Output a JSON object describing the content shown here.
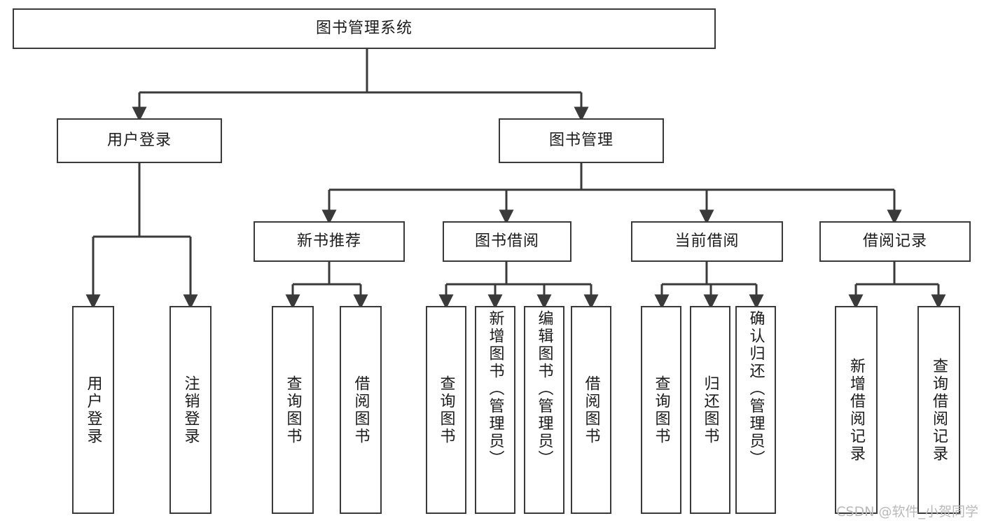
{
  "diagram": {
    "title": "图书管理系统",
    "type": "hierarchy-tree",
    "watermark": "CSDN @软件_小贺同学",
    "colors": {
      "box_border": "#3a3a3a",
      "box_fill": "#ffffff",
      "connector": "#3a3a3a",
      "text": "#1b1b1b",
      "watermark": "#b9b9b9"
    },
    "levels": {
      "root": {
        "label": "图书管理系统"
      },
      "level2": [
        {
          "id": "user-login",
          "label": "用户登录"
        },
        {
          "id": "book-management",
          "label": "图书管理"
        }
      ],
      "level3": [
        {
          "id": "new-book-recommend",
          "label": "新书推荐"
        },
        {
          "id": "book-borrow",
          "label": "图书借阅"
        },
        {
          "id": "current-borrow",
          "label": "当前借阅"
        },
        {
          "id": "borrow-record",
          "label": "借阅记录"
        }
      ],
      "leaves": {
        "user_login": [
          {
            "id": "leaf-user-login",
            "label": "用户登录"
          },
          {
            "id": "leaf-logout",
            "label": "注销登录"
          }
        ],
        "new_book_recommend": [
          {
            "id": "leaf-query-book-1",
            "label": "查询图书"
          },
          {
            "id": "leaf-borrow-book-1",
            "label": "借阅图书"
          }
        ],
        "book_borrow": [
          {
            "id": "leaf-query-book-2",
            "label": "查询图书"
          },
          {
            "id": "leaf-add-book",
            "label": "新增图书（管理员）"
          },
          {
            "id": "leaf-edit-book",
            "label": "编辑图书（管理员）"
          },
          {
            "id": "leaf-borrow-book-2",
            "label": "借阅图书"
          }
        ],
        "current_borrow": [
          {
            "id": "leaf-query-book-3",
            "label": "查询图书"
          },
          {
            "id": "leaf-return-book",
            "label": "归还图书"
          },
          {
            "id": "leaf-confirm-return",
            "label": "确认归还（管理员）"
          }
        ],
        "borrow_record": [
          {
            "id": "leaf-add-record",
            "label": "新增借阅记录"
          },
          {
            "id": "leaf-query-record",
            "label": "查询借阅记录"
          }
        ]
      }
    }
  }
}
